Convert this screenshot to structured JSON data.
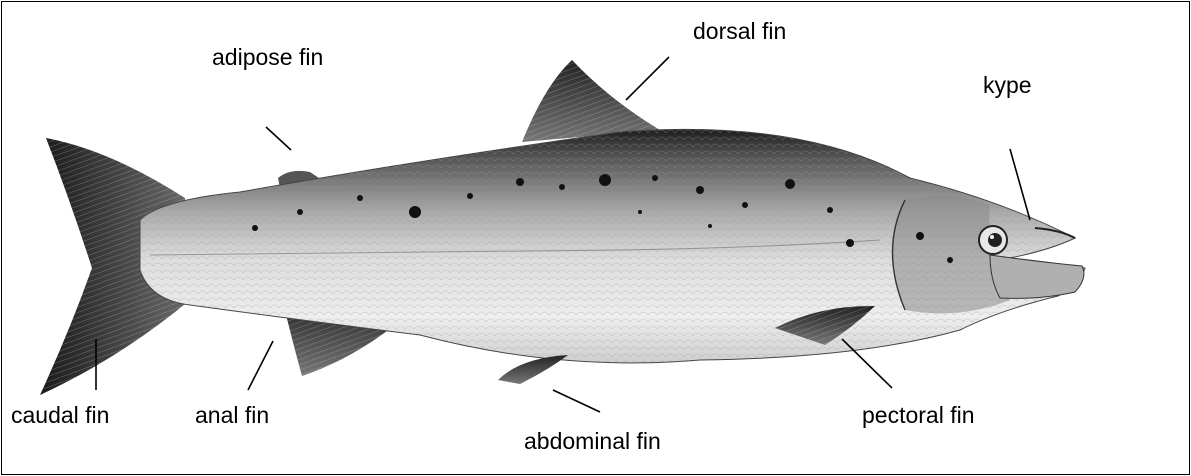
{
  "labels": {
    "dorsal_fin": "dorsal fin",
    "adipose_fin": "adipose fin",
    "kype": "kype",
    "caudal_fin": "caudal fin",
    "anal_fin": "anal fin",
    "abdominal_fin": "abdominal fin",
    "pectoral_fin": "pectoral fin"
  }
}
